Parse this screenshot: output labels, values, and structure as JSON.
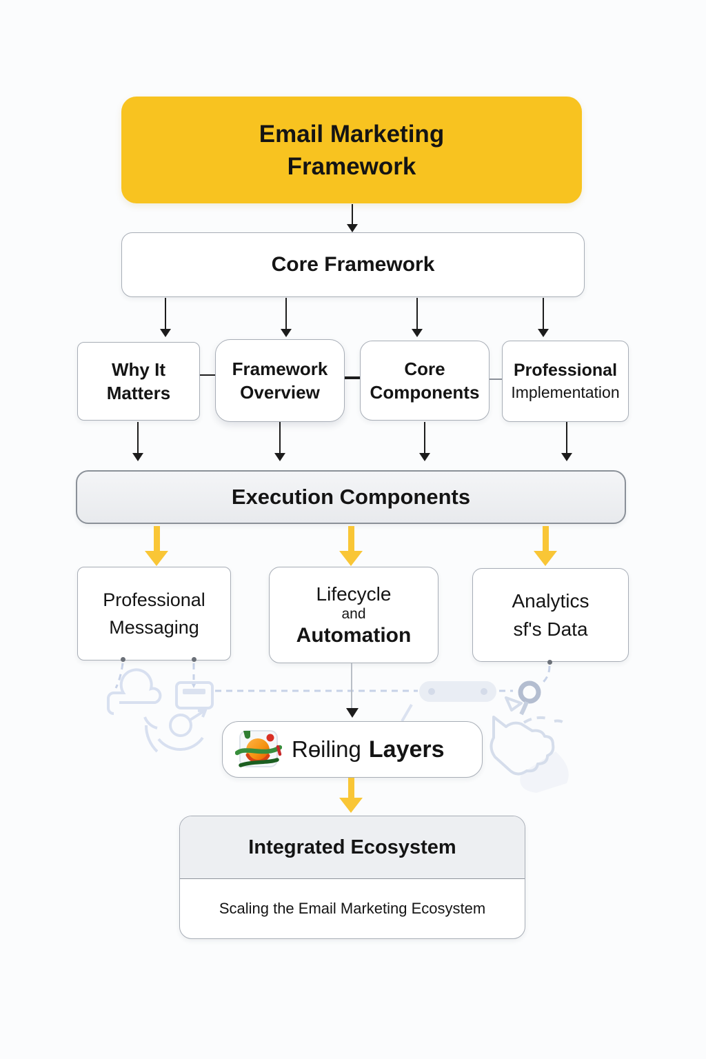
{
  "title": {
    "line1": "Email Marketing",
    "line2": "Framework"
  },
  "core_framework": {
    "label": "Core Framework"
  },
  "level2": [
    {
      "line1": "Why It",
      "line2": "Matters"
    },
    {
      "line1": "Framework",
      "line2": "Overview"
    },
    {
      "line1": "Core",
      "line2": "Components"
    },
    {
      "line1": "Professional",
      "line2": "Implementation"
    }
  ],
  "execution": {
    "label": "Execution Components"
  },
  "level3": [
    {
      "line1": "Professional",
      "line2": "Messaging"
    },
    {
      "line1": "Lifecycle",
      "line2": "and",
      "line3": "Automation"
    },
    {
      "line1": "Analytics",
      "line2": "sf's Data"
    }
  ],
  "rolling_layers": {
    "word1": "Rɵiling",
    "word2": "Layers",
    "icon": "colorful-layers-logo"
  },
  "integrated": {
    "title": "Integrated Ecosystem",
    "subtitle": "Scaling the Email Marketing Ecosystem"
  },
  "background_icons": [
    "cloud-sketch-icon",
    "mail-card-sketch-icon",
    "target-arrow-sketch-icon",
    "capsule-bar-shape",
    "lens-ring-sketch-icon",
    "hand-sketch-icon"
  ],
  "colors": {
    "accent_yellow": "#F8C320",
    "arrow_yellow": "#F9C636",
    "node_border": "#a7adb6",
    "execution_border": "#8a9098",
    "header_gray": "#edeff2",
    "sketch_blue": "#d8e0f0"
  }
}
